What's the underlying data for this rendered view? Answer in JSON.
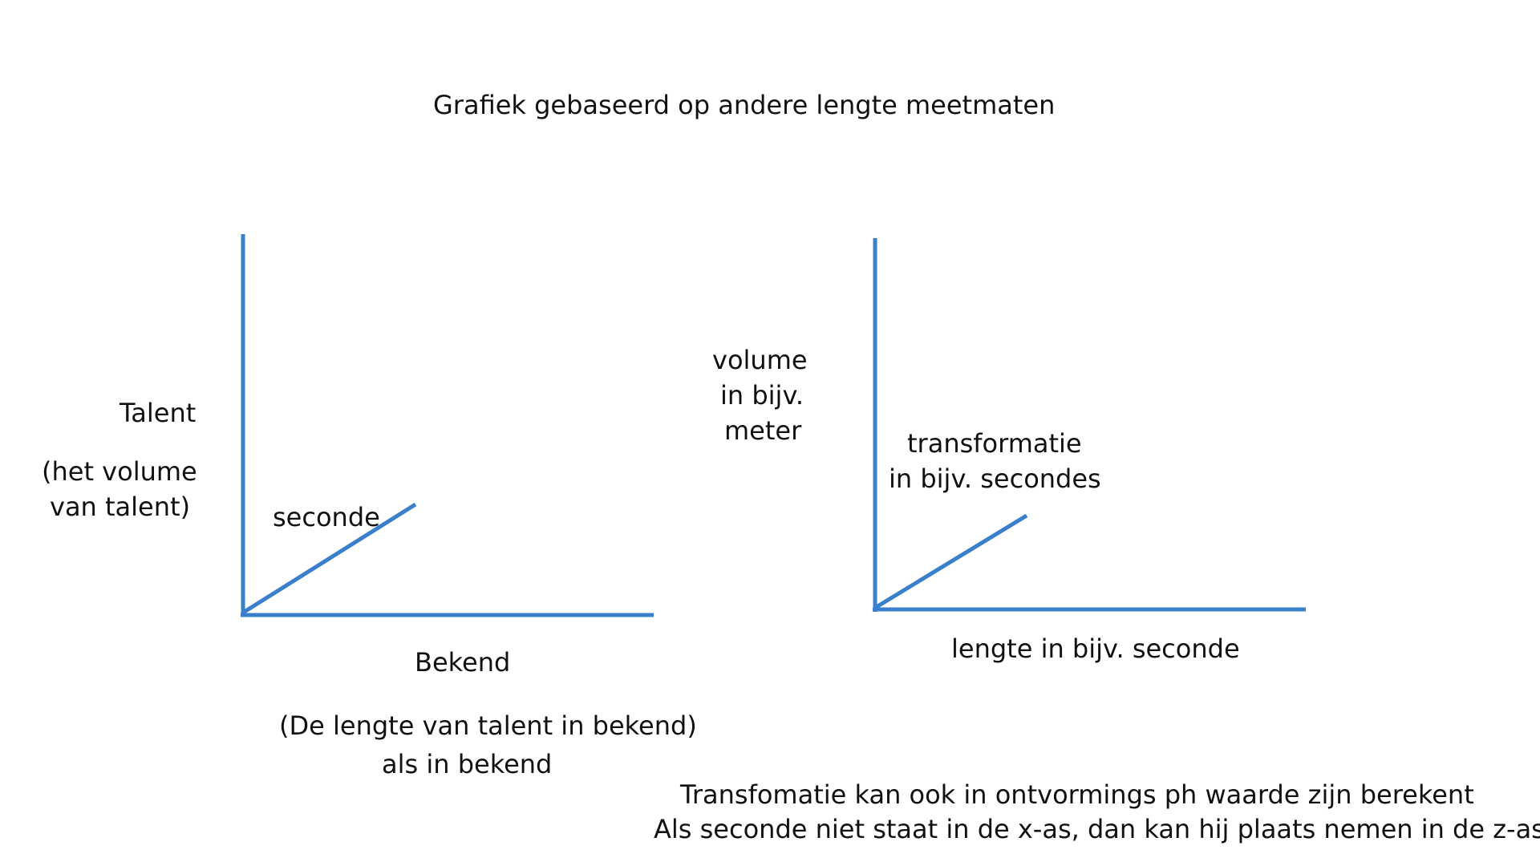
{
  "title": "Grafiek gebaseerd op andere lengte meetmaten",
  "left_graph": {
    "y_label": "Talent",
    "y_sublabel_line1": "(het volume",
    "y_sublabel_line2": "van talent)",
    "line_label": "seconde",
    "x_label": "Bekend",
    "x_sublabel_line1": "(De lengte van talent in bekend)",
    "x_sublabel_line2": "als in bekend"
  },
  "right_graph": {
    "y_label_line1": "volume",
    "y_label_line2": "in bijv.",
    "y_label_line3": "meter",
    "line_label_line1": "transformatie",
    "line_label_line2": "in bijv. secondes",
    "x_label": "lengte in bijv. seconde"
  },
  "notes": {
    "line1": "Transfomatie kan ook in ontvormings ph waarde zijn berekent",
    "line2": "Als seconde niet staat in de x-as, dan kan hij plaats nemen in de z-as"
  },
  "colors": {
    "line": "#3a7fcb",
    "text": "#111111",
    "background": "#ffffff"
  }
}
